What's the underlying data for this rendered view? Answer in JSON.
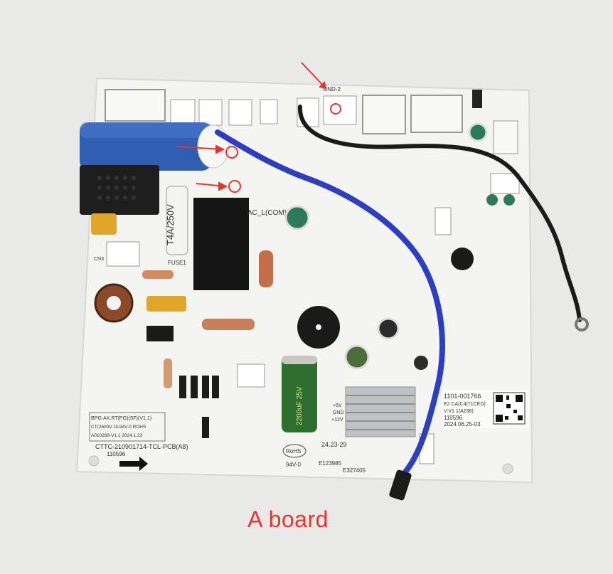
{
  "caption": "A board",
  "board": {
    "label_top_left": "BPG-AX.RT(PG)(SF)(V1.1)",
    "label_rating": "CT(2600V  UL94V-0  ROHS",
    "label_code": "A010268-V1.1  2024.1.23",
    "label_cttc": "CTTC-210901714-TCL-PCB(A8)",
    "label_number": "110596",
    "sticker_line1": "1101-001766",
    "sticker_line2": "E2 CA(C4(71CED)",
    "sticker_line3": "V:V1.1(A238)",
    "sticker_line4": "110596",
    "sticker_line5": "2024.06.25-03",
    "relay_label": "AC_L(COM)",
    "fuse_label": "T4A/250V",
    "fuse_ref": "FUSE1",
    "cn_label": "CN3",
    "gnd_label": "GND-2",
    "rohs": "RoHS",
    "ul_rating": "94V-0",
    "e_number_1": "E123985",
    "e_number_2": "E327405",
    "capacitor_label": "2200uF 25V",
    "date_code": "24.23-29",
    "volt_labels": [
      "+5V",
      "GND",
      "+12V"
    ]
  },
  "colors": {
    "caption": "#e8332f",
    "board": "#f4f4f0",
    "blue_wire": "#2c3fc2",
    "black_wire": "#1b1b1b",
    "annotation": "#e8332f"
  }
}
